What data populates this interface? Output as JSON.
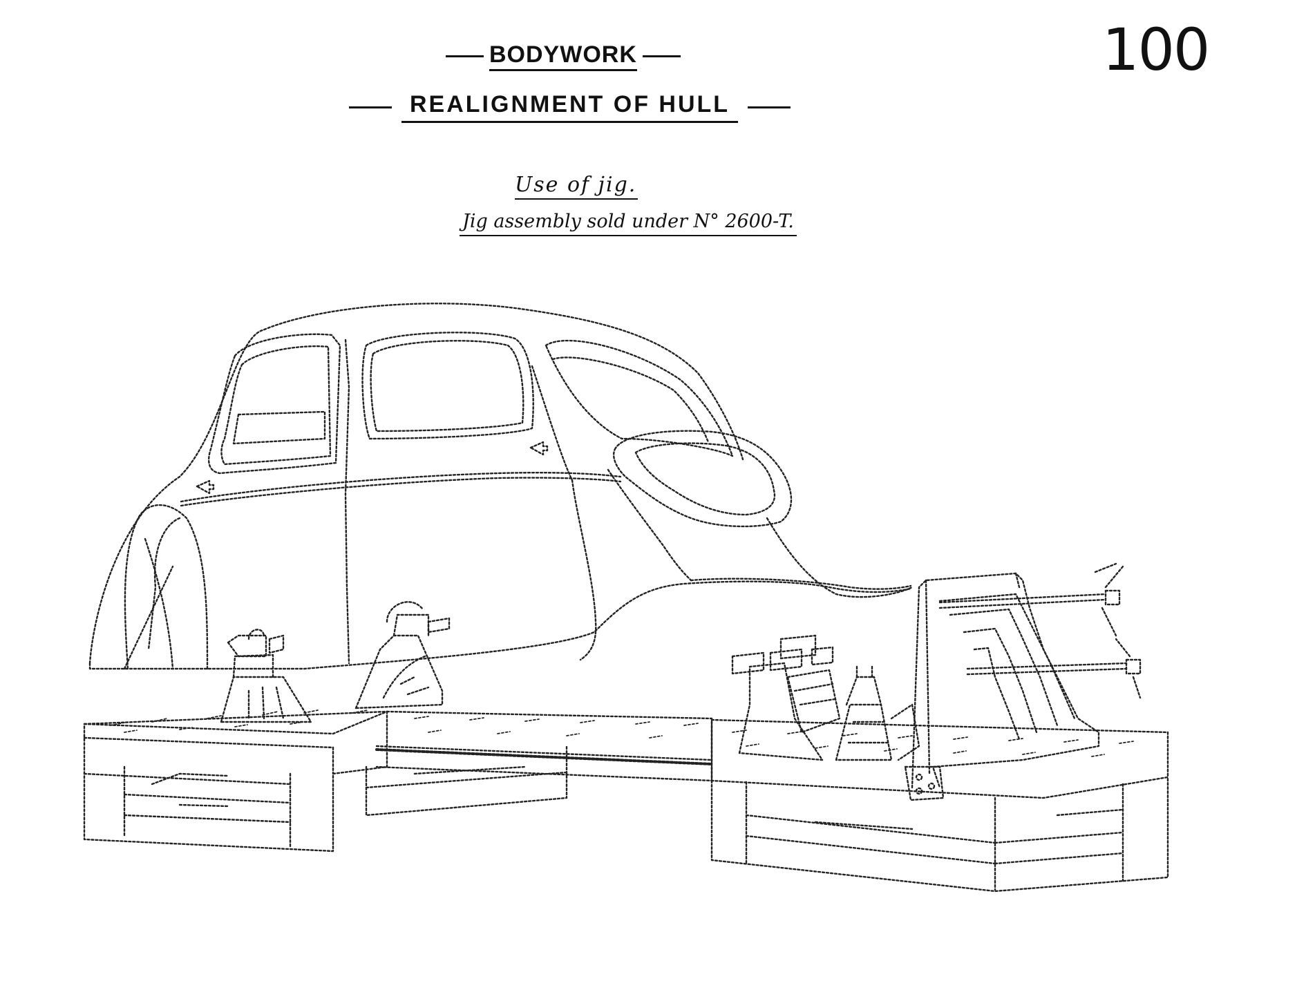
{
  "page": {
    "number": "100",
    "heading": "BODYWORK",
    "subheading": "REALIGNMENT OF HULL",
    "caption_title": "Use of jig.",
    "caption_note": "Jig assembly sold under N° 2600-T."
  },
  "illustration": {
    "subject": "car-hull-on-alignment-jig",
    "line_color": "#222222"
  }
}
